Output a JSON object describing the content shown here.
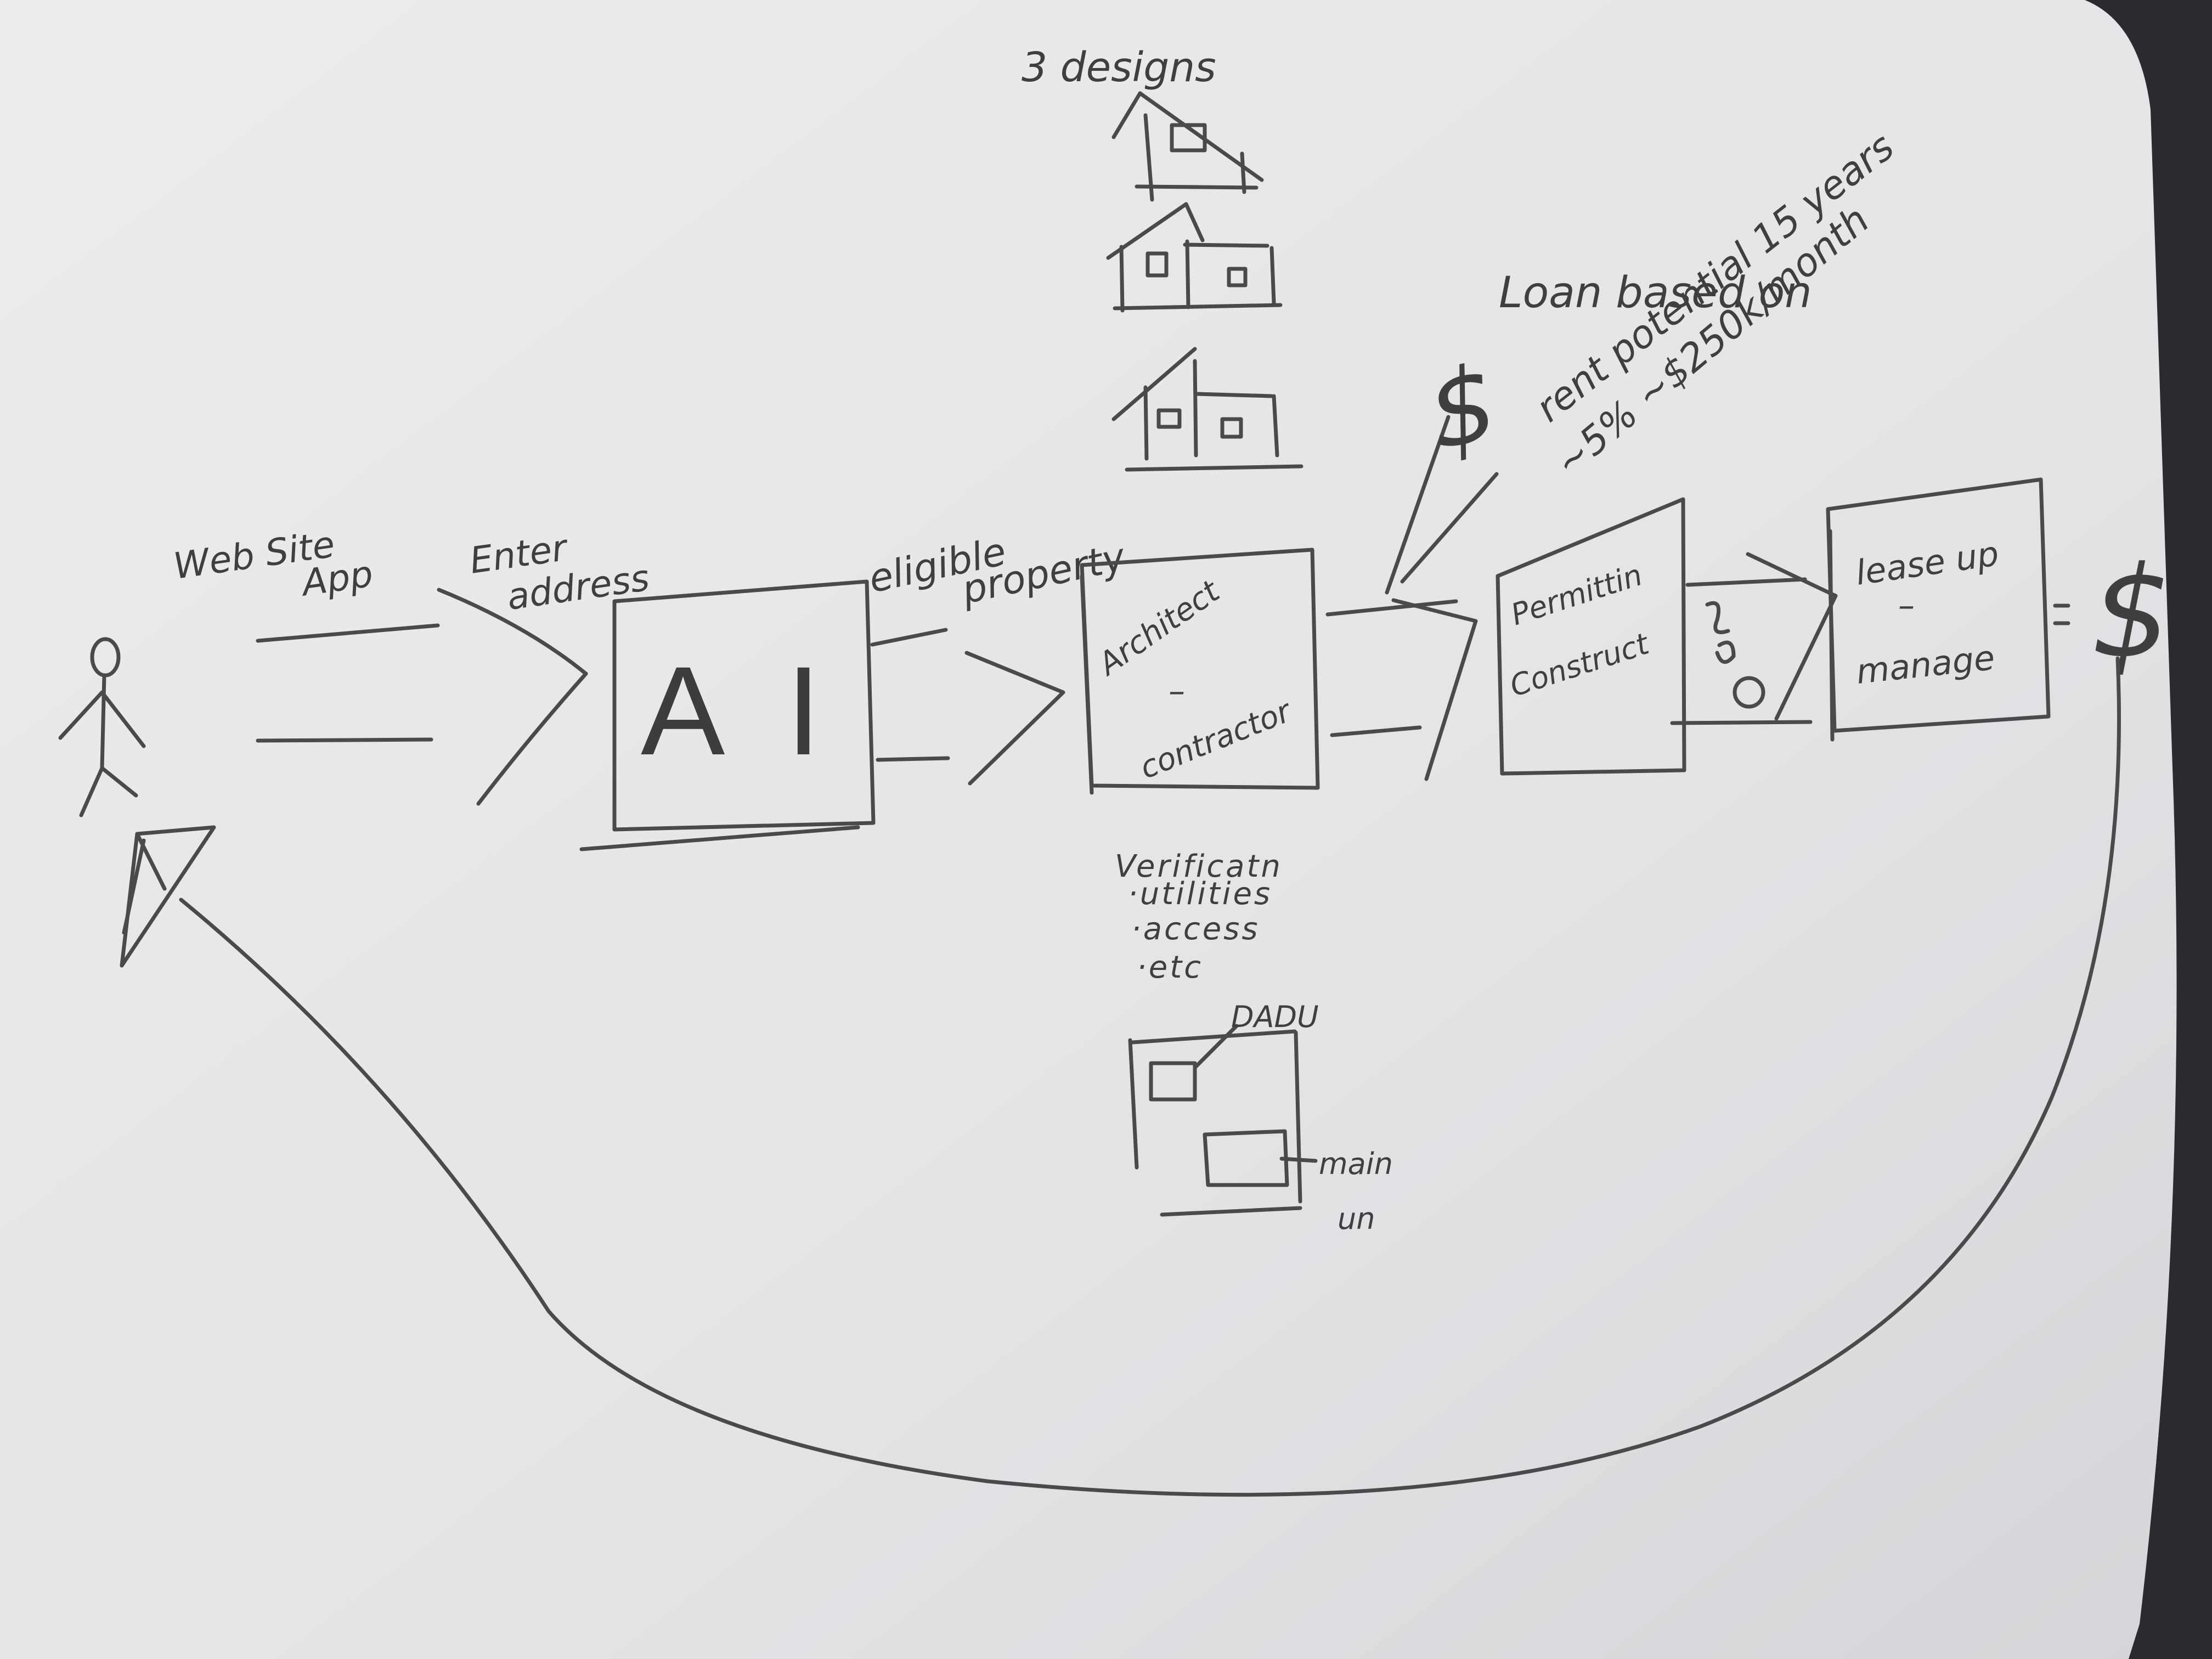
{
  "sketch": {
    "labels": {
      "website_app": [
        "Web Site",
        "App"
      ],
      "enter_address": [
        "Enter",
        "address"
      ],
      "ai": "A I",
      "eligible_property": [
        "eligible",
        "property"
      ],
      "three_designs": "3 designs",
      "architect_contractor": [
        "Architect",
        "–",
        "contractor"
      ],
      "verification": [
        "Verificatn",
        "·utilities",
        "·access",
        "·etc"
      ],
      "adu": "DADU",
      "main_unit": [
        "main",
        "un"
      ],
      "loan": [
        "Loan based on",
        "rent potential 15 years",
        "~5%  ~$250k/month"
      ],
      "dollar": "$",
      "permit_construct": [
        "Permittin",
        "Construct"
      ],
      "lease_manage": [
        "lease up",
        "–",
        "manage"
      ]
    },
    "colors": {
      "paper": "#e5e6e8",
      "ink": "#4a4a4a",
      "background": "#2a2b2f"
    }
  }
}
